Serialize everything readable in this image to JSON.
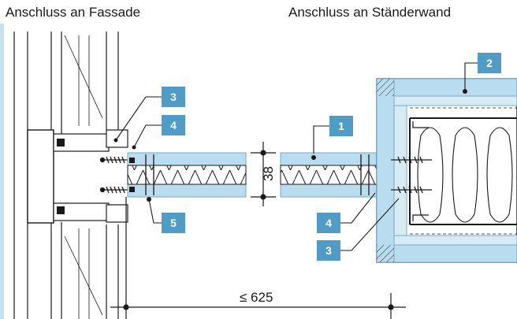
{
  "headings": {
    "facade": "Anschluss an Fassade",
    "stud_wall": "Anschluss an Ständerwand"
  },
  "callouts": {
    "c1": "1",
    "c2": "2",
    "c3_left": "3",
    "c3_right": "3",
    "c4_left": "4",
    "c4_right": "4",
    "c5": "5"
  },
  "dimensions": {
    "panel_thickness": "38",
    "max_span": "≤ 625"
  },
  "colors": {
    "badge": "#4f9cc7",
    "board": "#b9dcef",
    "board_edge": "#7aa9c4",
    "left_band": "#c9e1ee",
    "line": "#1a1a1a"
  }
}
